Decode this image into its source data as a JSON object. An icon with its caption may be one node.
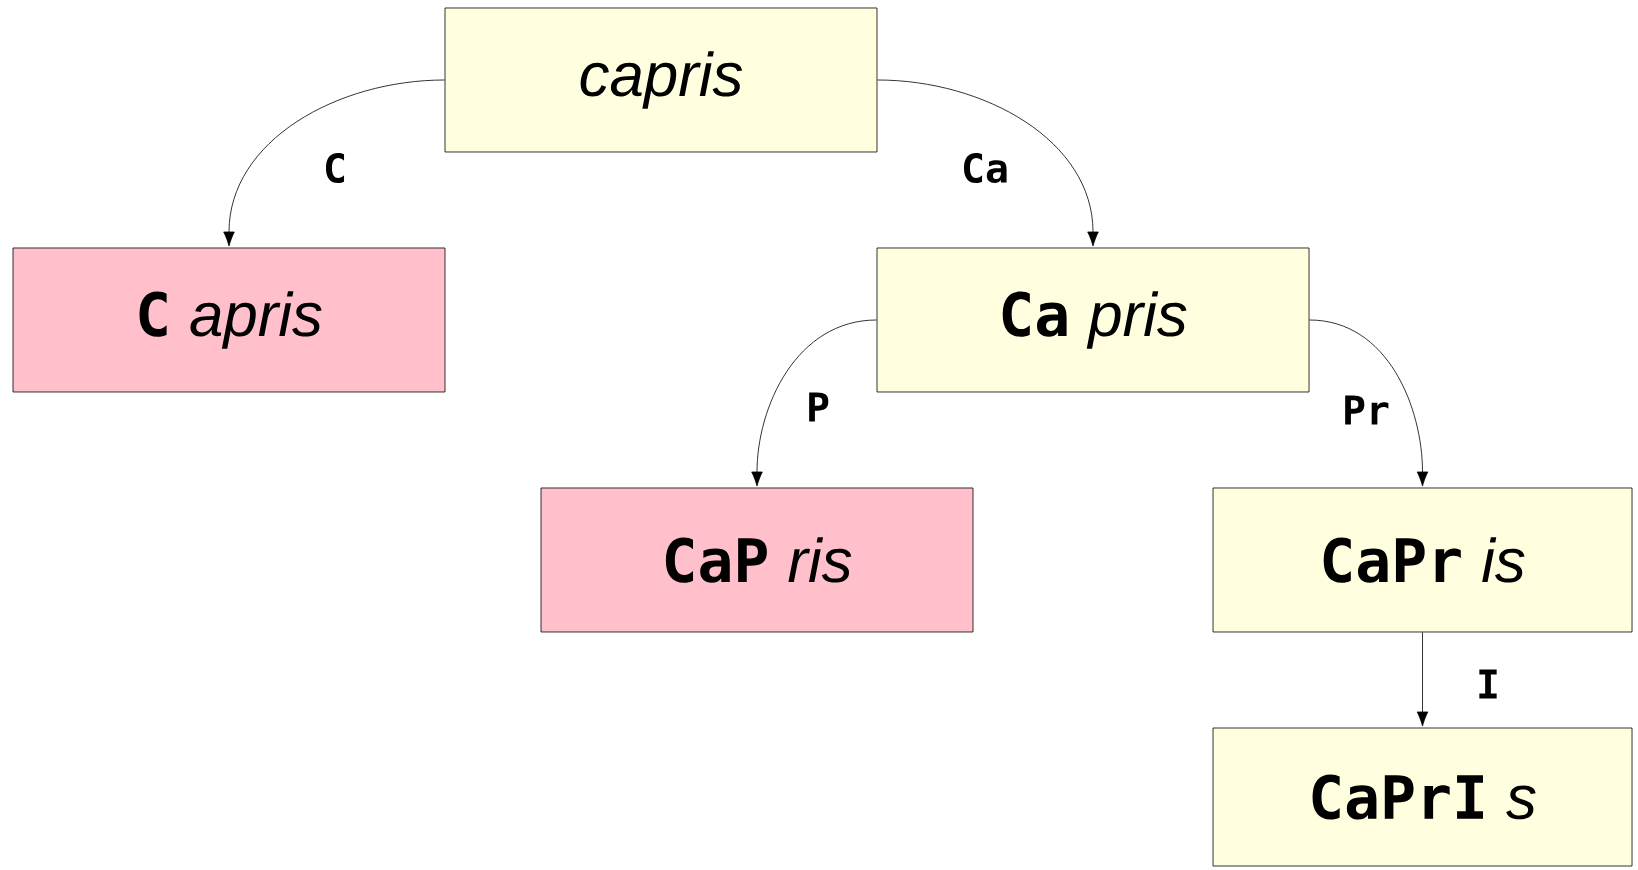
{
  "diagram": {
    "nodes": [
      {
        "text": [
          "capris"
        ]
      },
      {
        "text": [
          "C",
          "apris"
        ]
      },
      {
        "text": [
          "Ca",
          "pris"
        ]
      },
      {
        "text": [
          "CaP",
          "ris"
        ]
      },
      {
        "text": [
          "CaPr",
          "is"
        ]
      },
      {
        "text": [
          "CaPrI",
          "s"
        ]
      }
    ],
    "edges": [
      {
        "from": 0,
        "to": 1,
        "arrow": "to",
        "label": "C"
      },
      {
        "from": 0,
        "to": 2,
        "arrow": "to",
        "label": "Ca"
      },
      {
        "from": 2,
        "to": 3,
        "arrow": "to",
        "label": "P"
      },
      {
        "from": 2,
        "to": 4,
        "arrow": "to",
        "label": "Pr"
      },
      {
        "from": 4,
        "to": 5,
        "arrow": "to",
        "label": "I"
      }
    ]
  }
}
